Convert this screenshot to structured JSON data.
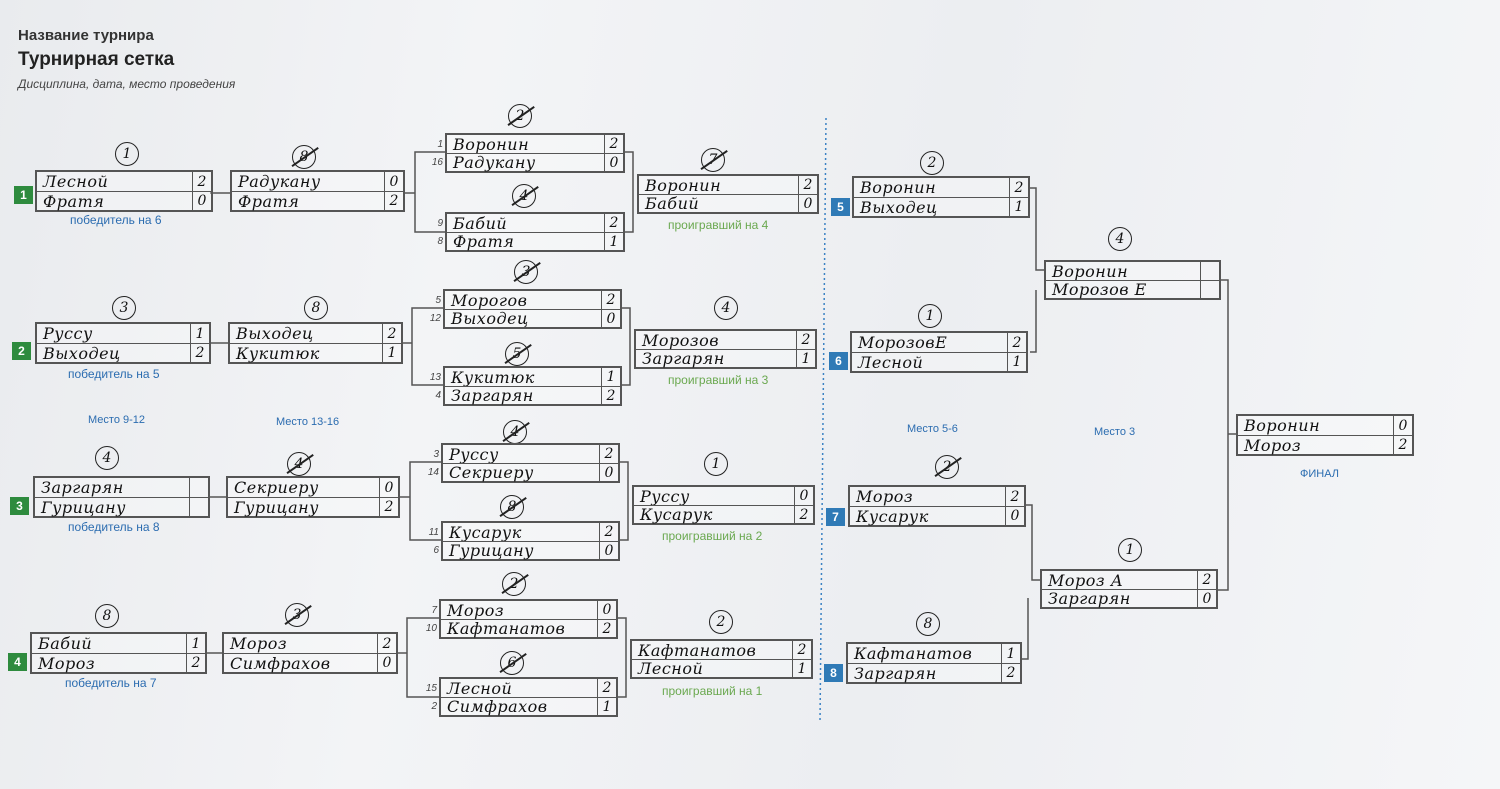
{
  "header": {
    "tournament_name": "Название турнира",
    "title": "Турнирная сетка",
    "subtitle": "Дисциплина, дата, место проведения"
  },
  "left": {
    "m1": {
      "badge": "1",
      "p1": "Лесной",
      "s1": "2",
      "p2": "Фратя",
      "s2": "0",
      "mark": "1",
      "note": "победитель на 6"
    },
    "m2": {
      "badge": "2",
      "p1": "Руссу",
      "s1": "1",
      "p2": "Выходец",
      "s2": "2",
      "mark": "3",
      "note": "победитель на 5"
    },
    "m3": {
      "badge": "3",
      "p1": "Заргарян",
      "s1": "",
      "p2": "Гурицану",
      "s2": "",
      "mark": "4",
      "note": "победитель на 8"
    },
    "m4": {
      "badge": "4",
      "p1": "Бабий",
      "s1": "1",
      "p2": "Мороз",
      "s2": "2",
      "mark": "8",
      "note": "победитель на 7"
    }
  },
  "col2": {
    "m1": {
      "p1": "Радукану",
      "s1": "0",
      "p2": "Фратя",
      "s2": "2",
      "mark": "8"
    },
    "m2": {
      "p1": "Выходец",
      "s1": "2",
      "p2": "Кукитюк",
      "s2": "1",
      "mark": "8"
    },
    "m3": {
      "p1": "Секриеру",
      "s1": "0",
      "p2": "Гурицану",
      "s2": "2",
      "mark": "4"
    },
    "m4": {
      "p1": "Мороз",
      "s1": "2",
      "p2": "Симфрахов",
      "s2": "0",
      "mark": "3"
    }
  },
  "r16": {
    "m1": {
      "seed1": "1",
      "p1": "Воронин",
      "s1": "2",
      "seed2": "16",
      "p2": "Радукану",
      "s2": "0",
      "mark": "2"
    },
    "m2": {
      "seed1": "9",
      "p1": "Бабий",
      "s1": "2",
      "seed2": "8",
      "p2": "Фратя",
      "s2": "1",
      "mark": "4"
    },
    "m3": {
      "seed1": "5",
      "p1": "Морогов",
      "s1": "2",
      "seed2": "12",
      "p2": "Выходец",
      "s2": "0",
      "mark": "3"
    },
    "m4": {
      "seed1": "13",
      "p1": "Кукитюк",
      "s1": "1",
      "seed2": "4",
      "p2": "Заргарян",
      "s2": "2",
      "mark": "5"
    },
    "m5": {
      "seed1": "3",
      "p1": "Руссу",
      "s1": "2",
      "seed2": "14",
      "p2": "Секриеру",
      "s2": "0",
      "mark": "4"
    },
    "m6": {
      "seed1": "11",
      "p1": "Кусарук",
      "s1": "2",
      "seed2": "6",
      "p2": "Гурицану",
      "s2": "0",
      "mark": "8"
    },
    "m7": {
      "seed1": "7",
      "p1": "Мороз",
      "s1": "0",
      "seed2": "10",
      "p2": "Кафтанатов",
      "s2": "2",
      "mark": "2"
    },
    "m8": {
      "seed1": "15",
      "p1": "Лесной",
      "s1": "2",
      "seed2": "2",
      "p2": "Симфрахов",
      "s2": "1",
      "mark": "6"
    }
  },
  "qf": {
    "m1": {
      "p1": "Воронин",
      "s1": "2",
      "p2": "Бабий",
      "s2": "0",
      "mark": "7",
      "note": "проигравший на 4"
    },
    "m2": {
      "p1": "Морозов",
      "s1": "2",
      "p2": "Заргарян",
      "s2": "1",
      "mark": "4",
      "note": "проигравший на 3"
    },
    "m3": {
      "p1": "Руссу",
      "s1": "0",
      "p2": "Кусарук",
      "s2": "2",
      "mark": "1",
      "note": "проигравший на 2"
    },
    "m4": {
      "p1": "Кафтанатов",
      "s1": "2",
      "p2": "Лесной",
      "s2": "1",
      "mark": "2",
      "note": "проигравший на 1"
    }
  },
  "sf": {
    "m5": {
      "badge": "5",
      "p1": "Воронин",
      "s1": "2",
      "p2": "Выходец",
      "s2": "1",
      "mark": "2"
    },
    "m6": {
      "badge": "6",
      "p1": "МорозовЕ",
      "s1": "2",
      "p2": "Лесной",
      "s2": "1",
      "mark": "1"
    },
    "m7": {
      "badge": "7",
      "p1": "Мороз",
      "s1": "2",
      "p2": "Кусарук",
      "s2": "0",
      "mark": "2"
    },
    "m8": {
      "badge": "8",
      "p1": "Кафтанатов",
      "s1": "1",
      "p2": "Заргарян",
      "s2": "2",
      "mark": "8"
    }
  },
  "semi": {
    "top": {
      "p1": "Воронин",
      "s1": "",
      "p2": "Морозов Е",
      "s2": "",
      "mark": "4"
    },
    "bottom": {
      "p1": "Мороз А",
      "s1": "2",
      "p2": "Заргарян",
      "s2": "0",
      "mark": "1"
    }
  },
  "final": {
    "p1": "Воронин",
    "s1": "0",
    "p2": "Мороз",
    "s2": "2",
    "label": "ФИНАЛ"
  },
  "places": {
    "p9_12": "Место 9-12",
    "p13_16": "Место 13-16",
    "p5_6": "Место 5-6",
    "p3": "Место 3"
  },
  "colors": {
    "badge_green": "#2e8b3e",
    "badge_blue": "#2f7ab6",
    "note_blue": "#2b6cb0",
    "note_green": "#6aa84f"
  }
}
